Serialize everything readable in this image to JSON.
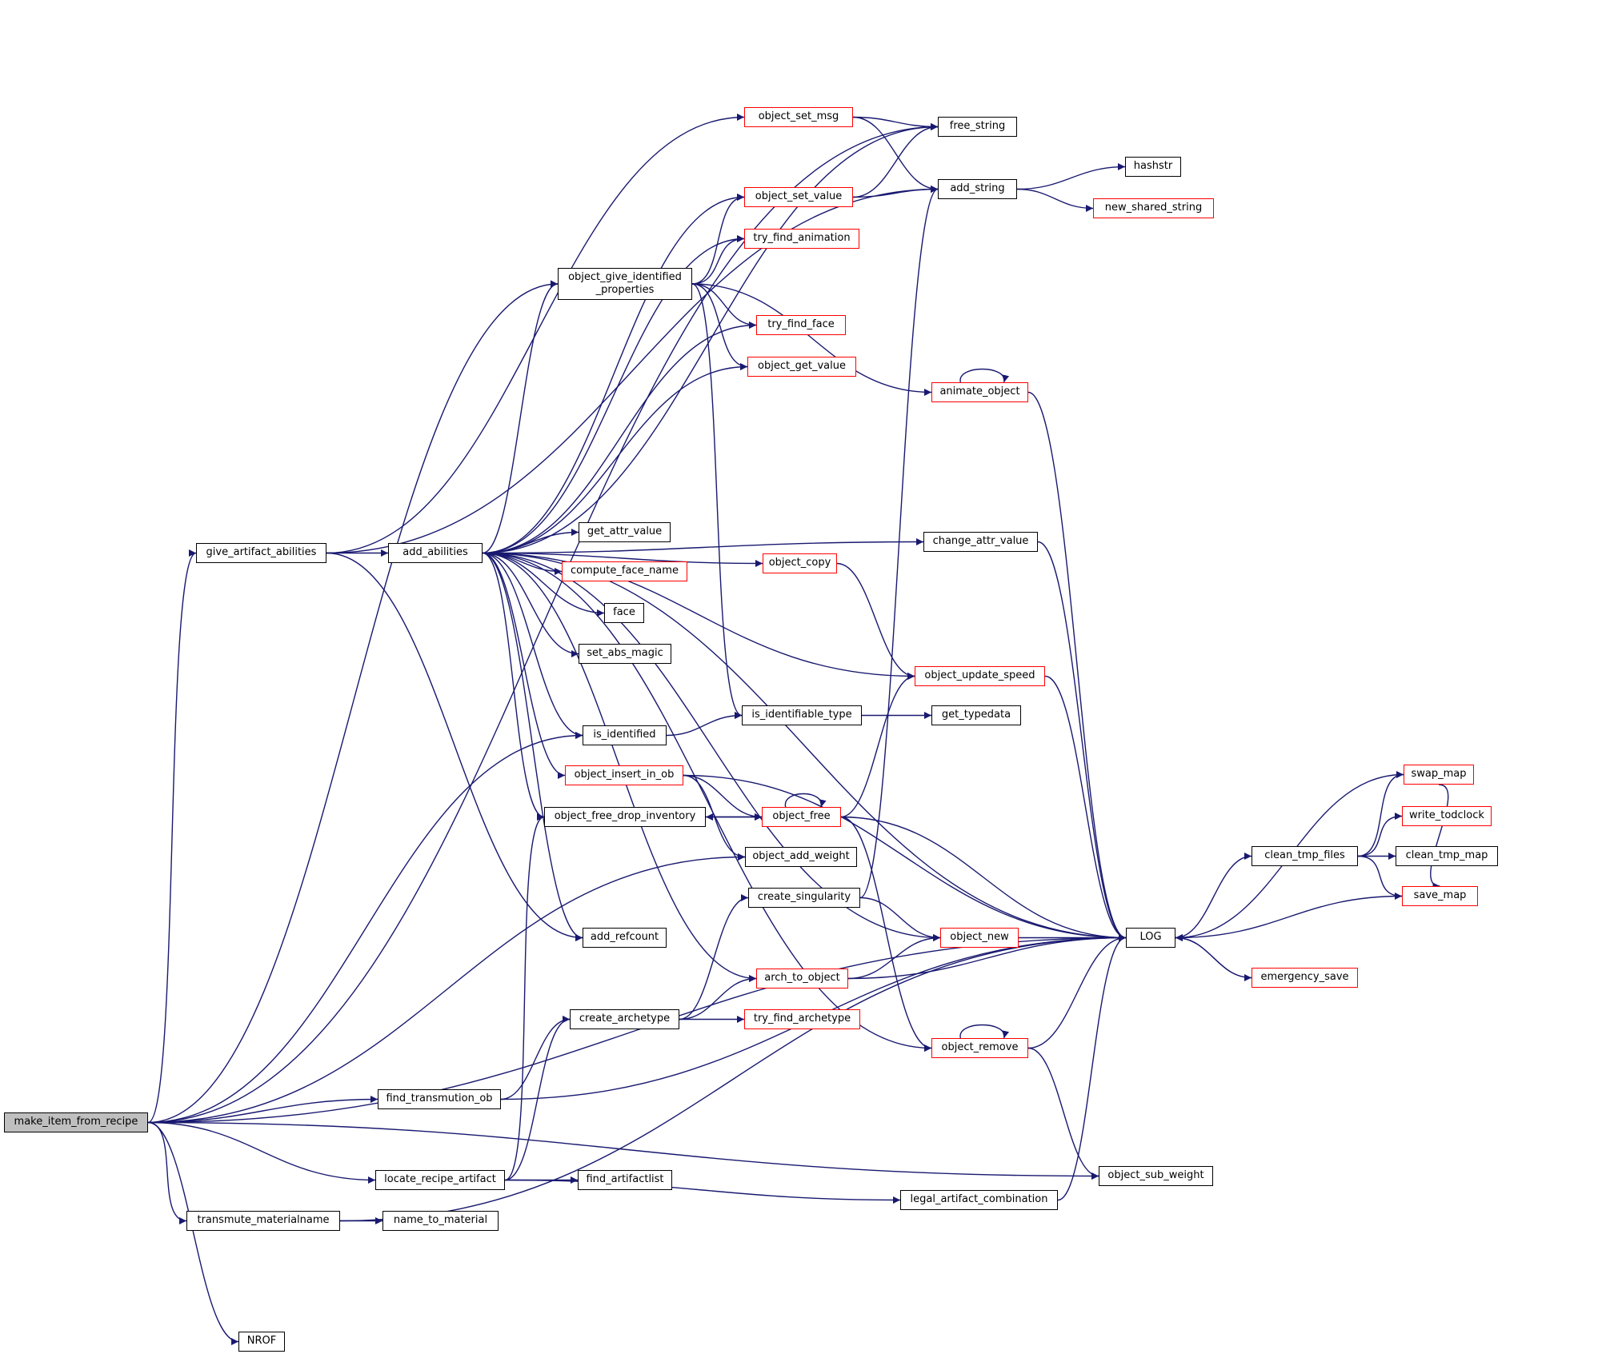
{
  "graph": {
    "colors": {
      "edge": "#191970",
      "node_border": "#000000",
      "truncated_border": "#ff0000",
      "root_fill": "#bfbfbf"
    },
    "nodes": [
      {
        "id": "make_item_from_recipe",
        "label": "make_item_from_recipe",
        "style": "root"
      },
      {
        "id": "give_artifact_abilities",
        "label": "give_artifact_abilities",
        "style": "normal"
      },
      {
        "id": "add_abilities",
        "label": "add_abilities",
        "style": "normal"
      },
      {
        "id": "object_set_msg",
        "label": "object_set_msg",
        "style": "truncated"
      },
      {
        "id": "free_string",
        "label": "free_string",
        "style": "normal"
      },
      {
        "id": "add_string",
        "label": "add_string",
        "style": "normal"
      },
      {
        "id": "hashstr",
        "label": "hashstr",
        "style": "normal"
      },
      {
        "id": "new_shared_string",
        "label": "new_shared_string",
        "style": "truncated"
      },
      {
        "id": "object_set_value",
        "label": "object_set_value",
        "style": "truncated"
      },
      {
        "id": "try_find_animation",
        "label": "try_find_animation",
        "style": "truncated"
      },
      {
        "id": "object_give_identified_properties",
        "label": "object_give_identified _properties",
        "style": "normal"
      },
      {
        "id": "try_find_face",
        "label": "try_find_face",
        "style": "truncated"
      },
      {
        "id": "object_get_value",
        "label": "object_get_value",
        "style": "truncated"
      },
      {
        "id": "animate_object",
        "label": "animate_object",
        "style": "truncated"
      },
      {
        "id": "get_attr_value",
        "label": "get_attr_value",
        "style": "normal"
      },
      {
        "id": "compute_face_name",
        "label": "compute_face_name",
        "style": "truncated"
      },
      {
        "id": "face",
        "label": "face",
        "style": "normal"
      },
      {
        "id": "set_abs_magic",
        "label": "set_abs_magic",
        "style": "normal"
      },
      {
        "id": "object_copy",
        "label": "object_copy",
        "style": "truncated"
      },
      {
        "id": "change_attr_value",
        "label": "change_attr_value",
        "style": "normal"
      },
      {
        "id": "object_update_speed",
        "label": "object_update_speed",
        "style": "truncated"
      },
      {
        "id": "is_identifiable_type",
        "label": "is_identifiable_type",
        "style": "normal"
      },
      {
        "id": "get_typedata",
        "label": "get_typedata",
        "style": "normal"
      },
      {
        "id": "is_identified",
        "label": "is_identified",
        "style": "normal"
      },
      {
        "id": "object_insert_in_ob",
        "label": "object_insert_in_ob",
        "style": "truncated"
      },
      {
        "id": "object_free",
        "label": "object_free",
        "style": "truncated"
      },
      {
        "id": "object_free_drop_inventory",
        "label": "object_free_drop_inventory",
        "style": "normal"
      },
      {
        "id": "object_add_weight",
        "label": "object_add_weight",
        "style": "normal"
      },
      {
        "id": "create_singularity",
        "label": "create_singularity",
        "style": "normal"
      },
      {
        "id": "add_refcount",
        "label": "add_refcount",
        "style": "normal"
      },
      {
        "id": "object_new",
        "label": "object_new",
        "style": "truncated"
      },
      {
        "id": "arch_to_object",
        "label": "arch_to_object",
        "style": "truncated"
      },
      {
        "id": "create_archetype",
        "label": "create_archetype",
        "style": "normal"
      },
      {
        "id": "try_find_archetype",
        "label": "try_find_archetype",
        "style": "truncated"
      },
      {
        "id": "object_remove",
        "label": "object_remove",
        "style": "truncated"
      },
      {
        "id": "find_transmution_ob",
        "label": "find_transmution_ob",
        "style": "normal"
      },
      {
        "id": "LOG",
        "label": "LOG",
        "style": "normal"
      },
      {
        "id": "swap_map",
        "label": "swap_map",
        "style": "truncated"
      },
      {
        "id": "write_todclock",
        "label": "write_todclock",
        "style": "truncated"
      },
      {
        "id": "clean_tmp_files",
        "label": "clean_tmp_files",
        "style": "normal"
      },
      {
        "id": "clean_tmp_map",
        "label": "clean_tmp_map",
        "style": "normal"
      },
      {
        "id": "save_map",
        "label": "save_map",
        "style": "truncated"
      },
      {
        "id": "emergency_save",
        "label": "emergency_save",
        "style": "truncated"
      },
      {
        "id": "object_sub_weight",
        "label": "object_sub_weight",
        "style": "normal"
      },
      {
        "id": "locate_recipe_artifact",
        "label": "locate_recipe_artifact",
        "style": "normal"
      },
      {
        "id": "find_artifactlist",
        "label": "find_artifactlist",
        "style": "normal"
      },
      {
        "id": "legal_artifact_combination",
        "label": "legal_artifact_combination",
        "style": "normal"
      },
      {
        "id": "transmute_materialname",
        "label": "transmute_materialname",
        "style": "normal"
      },
      {
        "id": "name_to_material",
        "label": "name_to_material",
        "style": "normal"
      },
      {
        "id": "NROF",
        "label": "NROF",
        "style": "normal"
      }
    ],
    "edges": [
      [
        "make_item_from_recipe",
        "give_artifact_abilities"
      ],
      [
        "make_item_from_recipe",
        "LOG"
      ],
      [
        "make_item_from_recipe",
        "free_string"
      ],
      [
        "make_item_from_recipe",
        "object_give_identified_properties"
      ],
      [
        "make_item_from_recipe",
        "is_identified"
      ],
      [
        "make_item_from_recipe",
        "object_add_weight"
      ],
      [
        "make_item_from_recipe",
        "find_transmution_ob"
      ],
      [
        "make_item_from_recipe",
        "locate_recipe_artifact"
      ],
      [
        "make_item_from_recipe",
        "transmute_materialname"
      ],
      [
        "make_item_from_recipe",
        "object_sub_weight"
      ],
      [
        "make_item_from_recipe",
        "NROF"
      ],
      [
        "give_artifact_abilities",
        "add_abilities"
      ],
      [
        "give_artifact_abilities",
        "object_set_msg"
      ],
      [
        "give_artifact_abilities",
        "add_string"
      ],
      [
        "give_artifact_abilities",
        "add_refcount"
      ],
      [
        "add_abilities",
        "LOG"
      ],
      [
        "add_abilities",
        "free_string"
      ],
      [
        "add_abilities",
        "object_set_value"
      ],
      [
        "add_abilities",
        "try_find_animation"
      ],
      [
        "add_abilities",
        "object_give_identified_properties"
      ],
      [
        "add_abilities",
        "try_find_face"
      ],
      [
        "add_abilities",
        "object_get_value"
      ],
      [
        "add_abilities",
        "change_attr_value"
      ],
      [
        "add_abilities",
        "object_copy"
      ],
      [
        "add_abilities",
        "get_attr_value"
      ],
      [
        "add_abilities",
        "compute_face_name"
      ],
      [
        "add_abilities",
        "face"
      ],
      [
        "add_abilities",
        "set_abs_magic"
      ],
      [
        "add_abilities",
        "object_update_speed"
      ],
      [
        "add_abilities",
        "is_identified"
      ],
      [
        "add_abilities",
        "object_insert_in_ob"
      ],
      [
        "add_abilities",
        "object_free_drop_inventory"
      ],
      [
        "add_abilities",
        "add_refcount"
      ],
      [
        "add_abilities",
        "object_new"
      ],
      [
        "add_abilities",
        "arch_to_object"
      ],
      [
        "add_abilities",
        "object_remove"
      ],
      [
        "object_set_msg",
        "free_string"
      ],
      [
        "object_set_msg",
        "add_string"
      ],
      [
        "object_set_value",
        "free_string"
      ],
      [
        "object_set_value",
        "add_string"
      ],
      [
        "add_string",
        "hashstr"
      ],
      [
        "add_string",
        "new_shared_string"
      ],
      [
        "object_give_identified_properties",
        "object_set_value"
      ],
      [
        "object_give_identified_properties",
        "try_find_animation"
      ],
      [
        "object_give_identified_properties",
        "try_find_face"
      ],
      [
        "object_give_identified_properties",
        "object_get_value"
      ],
      [
        "object_give_identified_properties",
        "animate_object"
      ],
      [
        "object_give_identified_properties",
        "is_identifiable_type"
      ],
      [
        "animate_object",
        "animate_object"
      ],
      [
        "animate_object",
        "LOG"
      ],
      [
        "object_copy",
        "object_update_speed"
      ],
      [
        "change_attr_value",
        "LOG"
      ],
      [
        "object_update_speed",
        "LOG"
      ],
      [
        "is_identified",
        "is_identifiable_type"
      ],
      [
        "is_identifiable_type",
        "get_typedata"
      ],
      [
        "object_insert_in_ob",
        "LOG"
      ],
      [
        "object_insert_in_ob",
        "object_free"
      ],
      [
        "object_insert_in_ob",
        "object_add_weight"
      ],
      [
        "object_free",
        "object_free"
      ],
      [
        "object_free",
        "object_free_drop_inventory"
      ],
      [
        "object_free",
        "object_update_speed"
      ],
      [
        "object_free",
        "LOG"
      ],
      [
        "object_free",
        "object_remove"
      ],
      [
        "object_free_drop_inventory",
        "object_free"
      ],
      [
        "create_singularity",
        "add_string"
      ],
      [
        "create_singularity",
        "object_new"
      ],
      [
        "object_new",
        "LOG"
      ],
      [
        "arch_to_object",
        "object_new"
      ],
      [
        "arch_to_object",
        "LOG"
      ],
      [
        "create_archetype",
        "create_singularity"
      ],
      [
        "create_archetype",
        "arch_to_object"
      ],
      [
        "create_archetype",
        "try_find_archetype"
      ],
      [
        "object_remove",
        "object_remove"
      ],
      [
        "object_remove",
        "LOG"
      ],
      [
        "object_remove",
        "object_sub_weight"
      ],
      [
        "find_transmution_ob",
        "create_archetype"
      ],
      [
        "find_transmution_ob",
        "LOG"
      ],
      [
        "LOG",
        "clean_tmp_files"
      ],
      [
        "LOG",
        "emergency_save"
      ],
      [
        "clean_tmp_files",
        "swap_map"
      ],
      [
        "clean_tmp_files",
        "write_todclock"
      ],
      [
        "clean_tmp_files",
        "clean_tmp_map"
      ],
      [
        "clean_tmp_files",
        "save_map"
      ],
      [
        "swap_map",
        "LOG"
      ],
      [
        "swap_map",
        "save_map"
      ],
      [
        "save_map",
        "LOG"
      ],
      [
        "emergency_save",
        "LOG"
      ],
      [
        "locate_recipe_artifact",
        "find_artifactlist"
      ],
      [
        "locate_recipe_artifact",
        "legal_artifact_combination"
      ],
      [
        "locate_recipe_artifact",
        "create_archetype"
      ],
      [
        "locate_recipe_artifact",
        "object_free_drop_inventory"
      ],
      [
        "legal_artifact_combination",
        "LOG"
      ],
      [
        "transmute_materialname",
        "name_to_material"
      ],
      [
        "transmute_materialname",
        "LOG"
      ]
    ]
  }
}
